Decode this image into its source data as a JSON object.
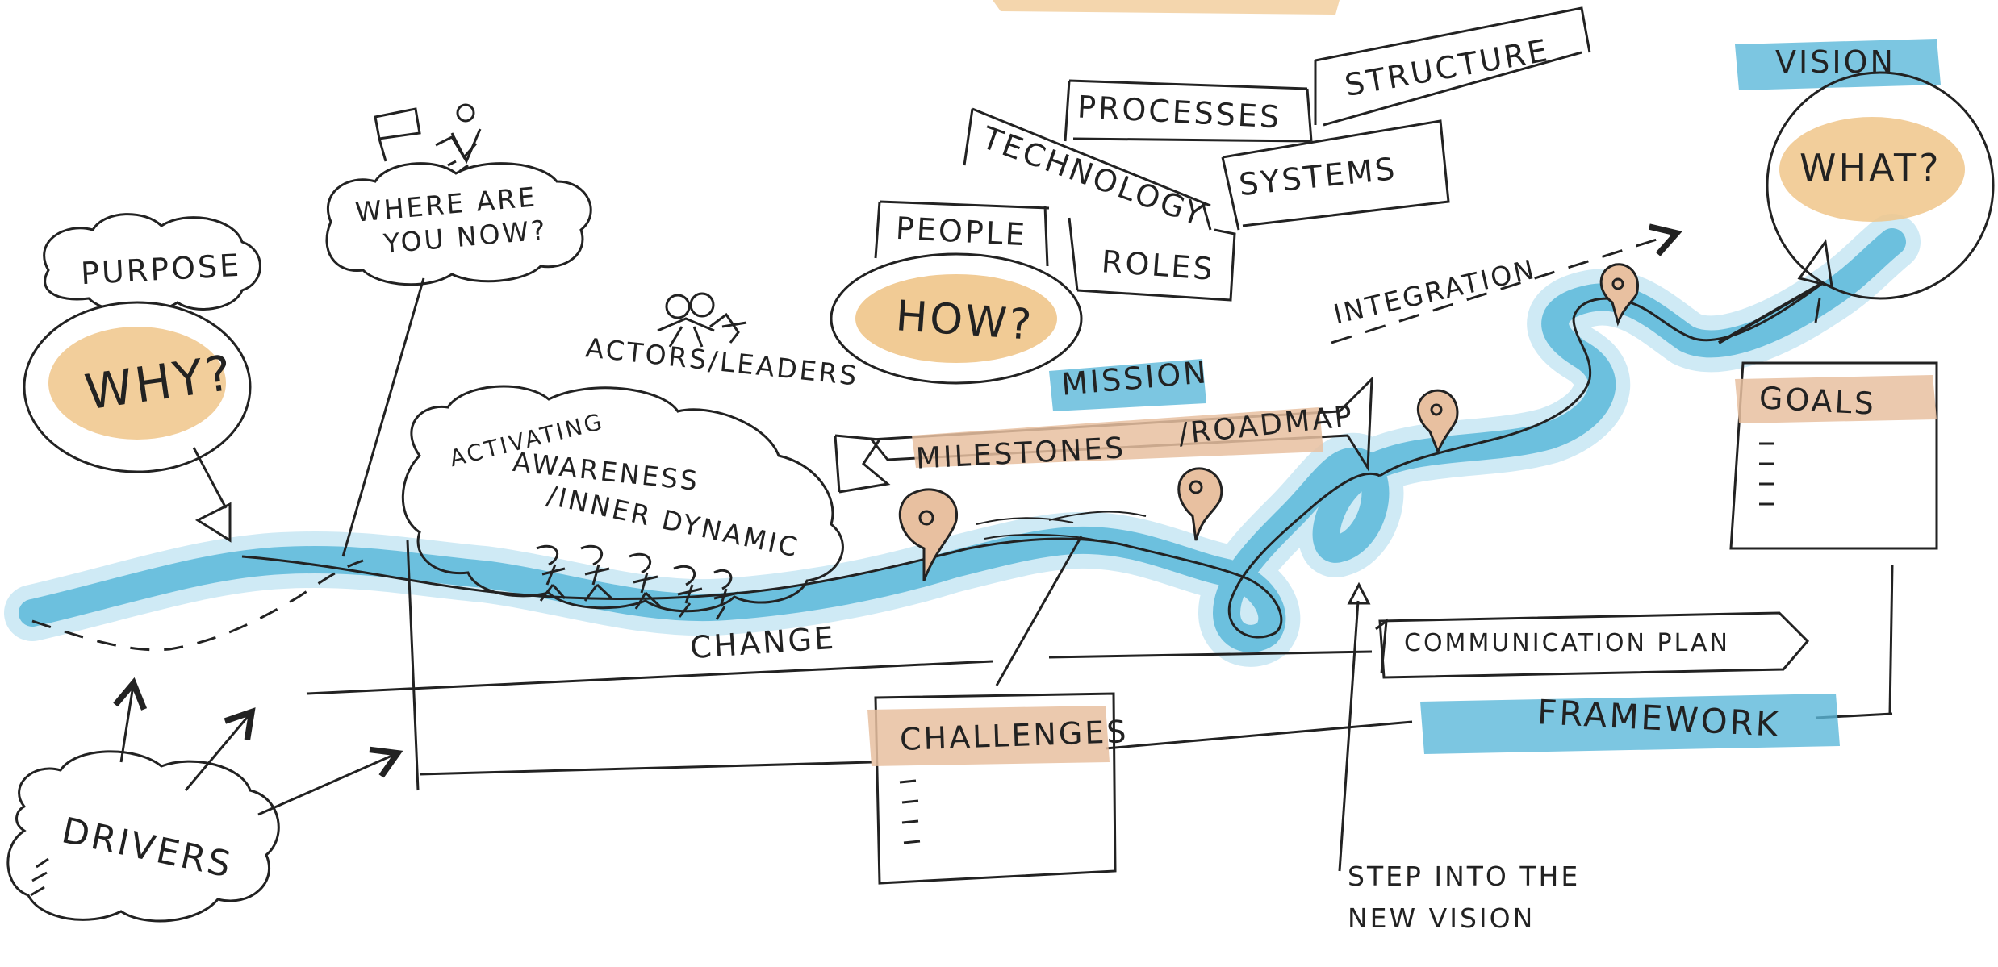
{
  "colors": {
    "river": "#5bb8d9",
    "river_light": "#a8d9ec",
    "highlight_orange": "#f0c58a",
    "highlight_tan": "#e8c0a0",
    "ink": "#222222"
  },
  "labels": {
    "purpose": "PURPOSE",
    "why": "WHY?",
    "where_1": "WHERE ARE",
    "where_2": "YOU NOW?",
    "actors": "ACTORS/LEADERS",
    "activating": "ACTIVATING",
    "awareness": "AWARENESS",
    "inner": "/INNER DYNAMIC",
    "change": "CHANGE",
    "drivers": "DRIVERS",
    "people": "PEOPLE",
    "technology": "TECHNOLOGY",
    "processes": "PROCESSES",
    "structure": "STRUCTURE",
    "systems": "SYSTEMS",
    "roles": "ROLES",
    "how": "HOW?",
    "mission": "MISSION",
    "milestones": "MILESTONES",
    "roadmap": "/ROADMAP",
    "integration": "INTEGRATION",
    "vision": "VISION",
    "what": "WHAT?",
    "goals": "GOALS",
    "comm_plan": "COMMUNICATION PLAN",
    "framework": "FRAMEWORK",
    "challenges": "CHALLENGES",
    "step_1": "STEP INTO THE",
    "step_2": "NEW VISION"
  }
}
